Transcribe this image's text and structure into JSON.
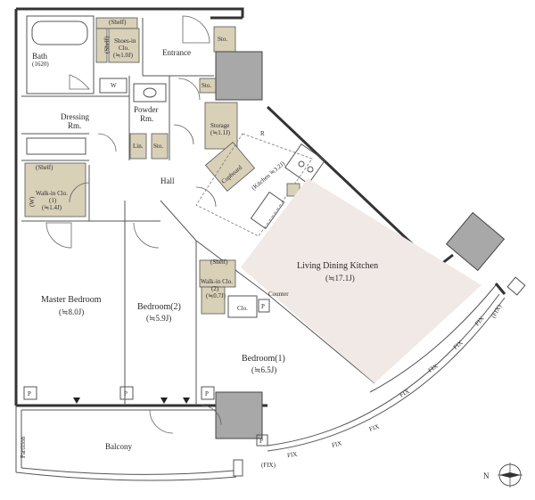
{
  "rooms": {
    "bath": {
      "name": "Bath",
      "size": "(1620)"
    },
    "shelf_top": "(Shelf)",
    "shelf_side": "(Shelf)",
    "shoes_clo": {
      "name": "Shoes-in",
      "name2": "Clo.",
      "size": "(≒1.0J)"
    },
    "entrance": "Entrance",
    "sto_top": "Sto.",
    "sto_mid": "Sto.",
    "w": "W",
    "powder": {
      "name": "Powder",
      "name2": "Rm."
    },
    "dressing": {
      "name": "Dressing",
      "name2": "Rm."
    },
    "lin": "Lin.",
    "sto_small": "Sto.",
    "storage": {
      "name": "Storage",
      "size": "(≒1.1J)"
    },
    "r": "R",
    "cupboard": "Cupboard",
    "kitchen": "(Kitchen ≒3.2J)",
    "hall": "Hall",
    "shelf_wic": "(Shelf)",
    "wic1": {
      "name": "Walk-in Clo.",
      "num": "(1)",
      "size": "(≒1.4J)"
    },
    "w2": "(W)",
    "ldk": {
      "name": "Living Dining Kitchen",
      "size": "(≒17.1J)"
    },
    "shelf_wic2": "(Shelf)",
    "wic2": {
      "name": "Walk-in Clo.",
      "num": "(2)",
      "size": "(≒0.7J)"
    },
    "counter": "Counter",
    "clo": "Clo.",
    "p_small": "P",
    "master": {
      "name": "Master Bedroom",
      "size": "(≒8.0J)"
    },
    "bed2": {
      "name": "Bedroom(2)",
      "size": "(≒5.9J)"
    },
    "bed1": {
      "name": "Bedroom(1)",
      "size": "(≒6.5J)"
    },
    "p1": "P",
    "p2": "P",
    "p3": "P",
    "p4": "P",
    "balcony": "Balcony",
    "partition": "Partition",
    "fix_labels": [
      "(FIX)",
      "FIX",
      "FIX",
      "FIX",
      "FIX",
      "FIX",
      "FIX",
      "FIX",
      "(FIX)"
    ],
    "north": "N"
  }
}
